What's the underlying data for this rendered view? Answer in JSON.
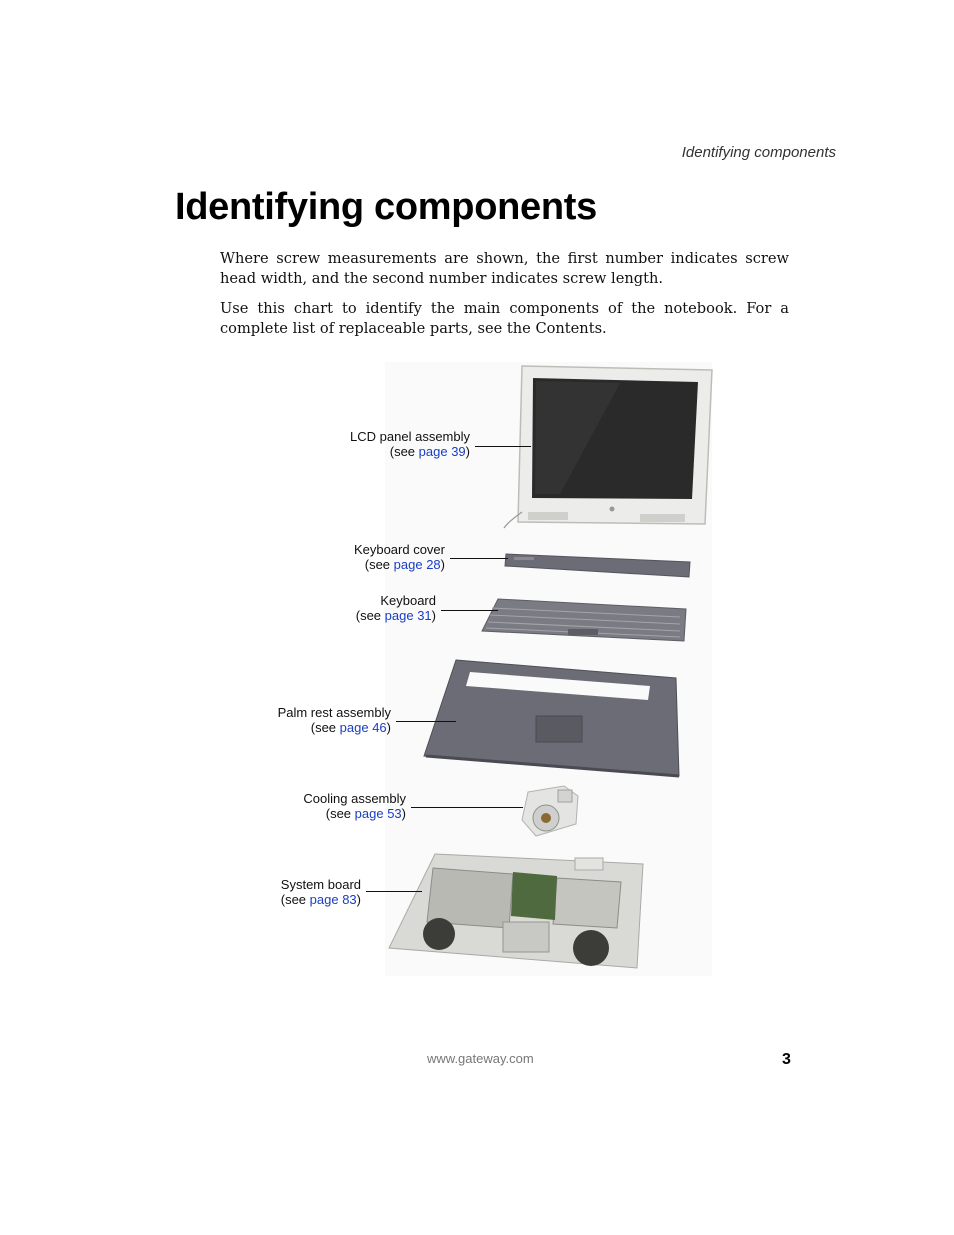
{
  "running_head": "Identifying components",
  "title": "Identifying components",
  "paragraphs": [
    "Where screw measurements are shown, the first number indicates screw head width, and the second number indicates screw length.",
    "Use this chart to identify the main components of the notebook. For a complete list of replaceable parts, see the Contents."
  ],
  "callouts": {
    "lcd": {
      "name": "LCD panel assembly",
      "see_prefix": "(see ",
      "link": "page 39",
      "see_suffix": ")"
    },
    "keyboard_cover": {
      "name": "Keyboard cover",
      "see_prefix": "(see ",
      "link": "page 28",
      "see_suffix": ")"
    },
    "keyboard": {
      "name": "Keyboard",
      "see_prefix": "(see ",
      "link": "page 31",
      "see_suffix": ")"
    },
    "palm_rest": {
      "name": "Palm rest assembly",
      "see_prefix": "(see ",
      "link": "page 46",
      "see_suffix": ")"
    },
    "cooling": {
      "name": "Cooling assembly",
      "see_prefix": "(see ",
      "link": "page 53",
      "see_suffix": ")"
    },
    "system_board": {
      "name": "System board",
      "see_prefix": "(see ",
      "link": "page 83",
      "see_suffix": ")"
    }
  },
  "footer": {
    "url": "www.gateway.com",
    "page_number": "3"
  },
  "colors": {
    "link": "#1a3dc4",
    "chassis_gray": "#6c6c76",
    "screen_dark": "#2a2a2a"
  }
}
